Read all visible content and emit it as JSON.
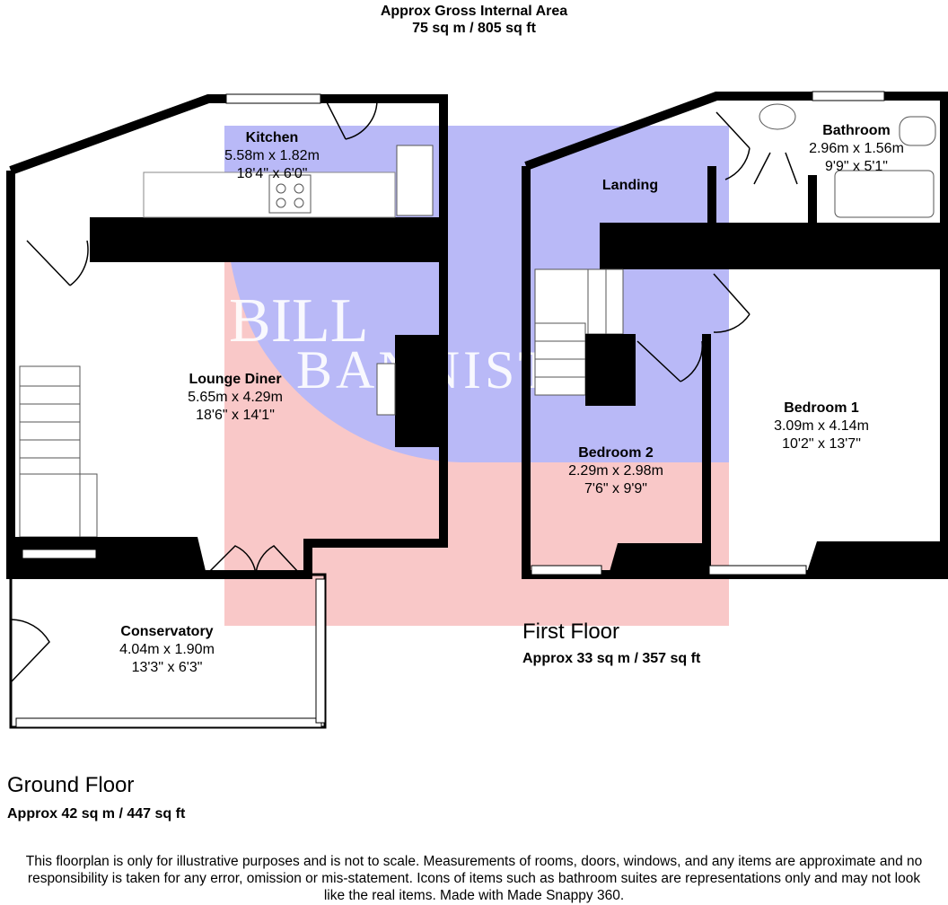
{
  "header": {
    "title": "Approx Gross Internal Area",
    "area": "75 sq m / 805 sq ft"
  },
  "watermark": {
    "text_line1": "BILL",
    "text_line2": "BANNISTER",
    "colors": {
      "blue": "#b9b9f7",
      "pink": "#f9c8c8",
      "dark": "#3a0a14"
    }
  },
  "ground_floor": {
    "name": "Ground Floor",
    "area": "Approx 42 sq m / 447 sq ft",
    "rooms": [
      {
        "id": "kitchen",
        "name": "Kitchen",
        "metric": "5.58m x 1.82m",
        "imperial": "18'4\" x 6'0\""
      },
      {
        "id": "lounge",
        "name": "Lounge Diner",
        "metric": "5.65m x 4.29m",
        "imperial": "18'6\" x 14'1\""
      },
      {
        "id": "conservatory",
        "name": "Conservatory",
        "metric": "4.04m x 1.90m",
        "imperial": "13'3\" x 6'3\""
      }
    ]
  },
  "first_floor": {
    "name": "First Floor",
    "area": "Approx 33 sq m / 357 sq ft",
    "rooms": [
      {
        "id": "bathroom",
        "name": "Bathroom",
        "metric": "2.96m x 1.56m",
        "imperial": "9'9\" x 5'1\""
      },
      {
        "id": "landing",
        "name": "Landing"
      },
      {
        "id": "bedroom1",
        "name": "Bedroom 1",
        "metric": "3.09m x 4.14m",
        "imperial": "10'2\" x 13'7\""
      },
      {
        "id": "bedroom2",
        "name": "Bedroom 2",
        "metric": "2.29m x 2.98m",
        "imperial": "7'6\" x 9'9\""
      }
    ]
  },
  "disclaimer": "This floorplan is only for illustrative purposes and is not to scale. Measurements of rooms, doors, windows, and any items are approximate and no responsibility is taken for any error, omission or mis-statement. Icons of items such as bathroom suites are representations only and may not look like the real items. Made with Made Snappy 360."
}
